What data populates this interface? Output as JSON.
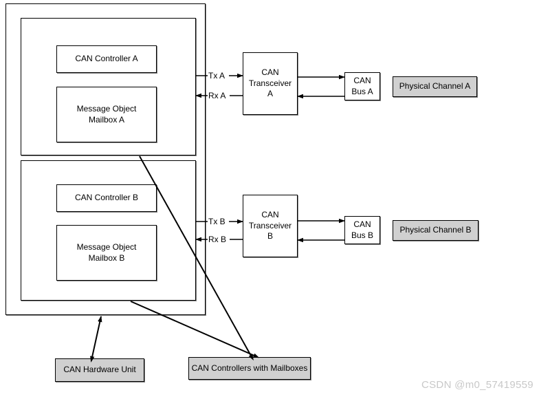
{
  "diagram": {
    "title": "CAN Hardware Unit block diagram",
    "colors": {
      "stroke": "#000000",
      "shadow": "#808080",
      "shaded_fill": "#d0d0d0",
      "background": "#ffffff",
      "watermark": "#c8c8c8"
    },
    "hardware_unit": {
      "outer_label": "",
      "channels": [
        {
          "id": "A",
          "controller": "CAN Controller A",
          "mailbox": "Message Object\nMailbox A",
          "mailbox_line1": "Message Object",
          "mailbox_line2": "Mailbox A",
          "tx_label": "Tx A",
          "rx_label": "Rx A",
          "transceiver_line1": "CAN",
          "transceiver_line2": "Transceiver",
          "transceiver_line3": "A",
          "bus_line1": "CAN",
          "bus_line2": "Bus A",
          "physical_channel": "Physical Channel A"
        },
        {
          "id": "B",
          "controller": "CAN Controller B",
          "mailbox": "Message Object\nMailbox B",
          "mailbox_line1": "Message Object",
          "mailbox_line2": "Mailbox B",
          "tx_label": "Tx B",
          "rx_label": "Rx B",
          "transceiver_line1": "CAN",
          "transceiver_line2": "Transceiver",
          "transceiver_line3": "B",
          "bus_line1": "CAN",
          "bus_line2": "Bus B",
          "physical_channel": "Physical Channel B"
        }
      ]
    },
    "annotations": [
      {
        "id": "hardware-unit",
        "label": "CAN Hardware Unit"
      },
      {
        "id": "controllers-mailboxes",
        "label": "CAN Controllers with Mailboxes"
      }
    ],
    "watermark": "CSDN @m0_57419559"
  }
}
